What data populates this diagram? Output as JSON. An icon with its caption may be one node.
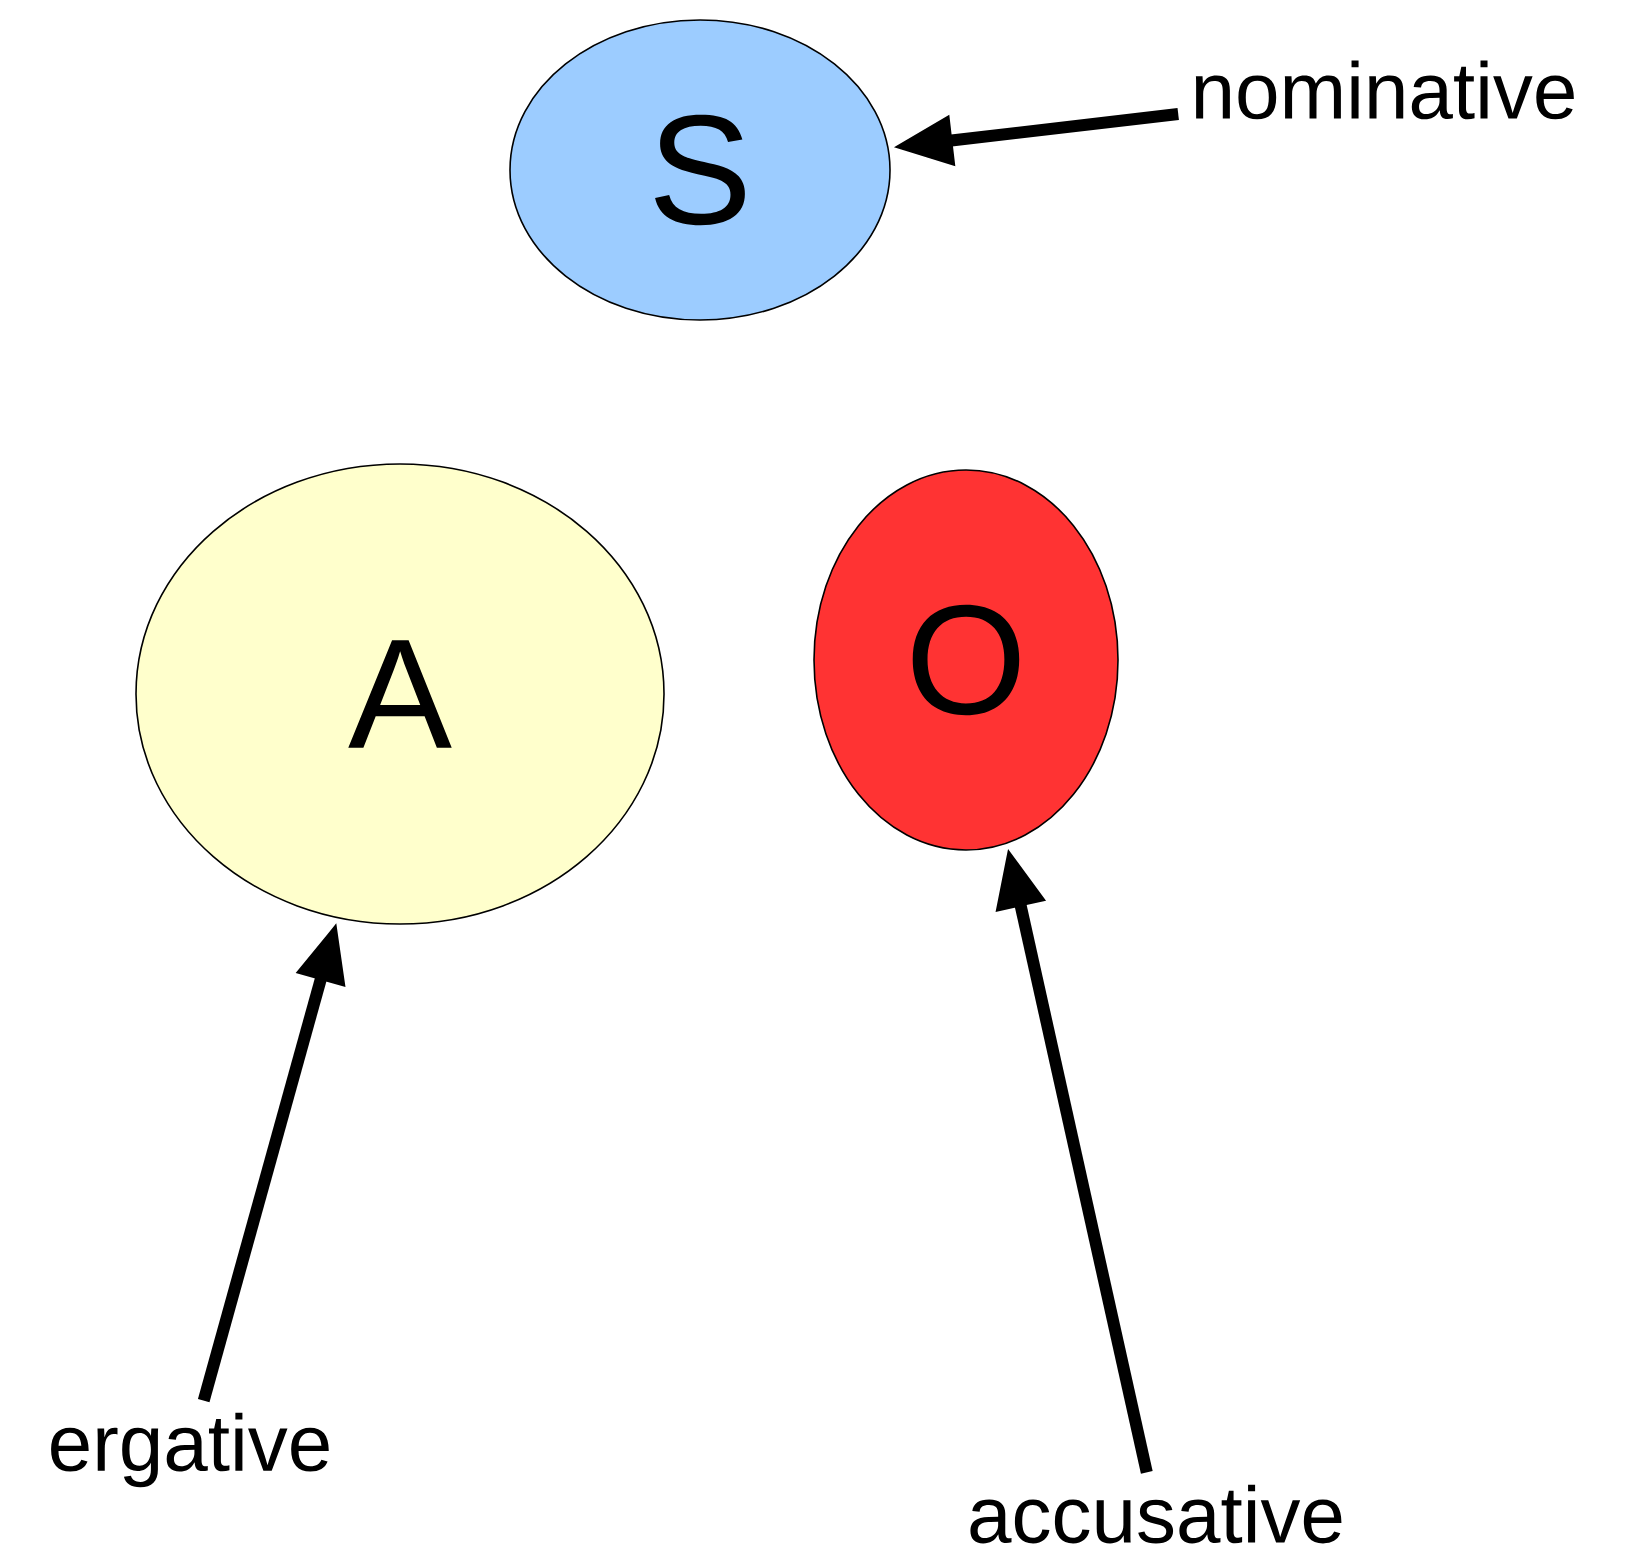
{
  "diagram": {
    "nodes": [
      {
        "text": [
          "S"
        ]
      },
      {
        "text": [
          "A"
        ]
      },
      {
        "text": [
          "O"
        ]
      },
      {
        "text": [
          "nominative"
        ]
      },
      {
        "text": [
          "ergative"
        ]
      },
      {
        "text": [
          "accusative"
        ]
      }
    ],
    "edges": [
      {
        "from": 3,
        "to": 0,
        "arrow": "to"
      },
      {
        "from": 4,
        "to": 1,
        "arrow": "to"
      },
      {
        "from": 5,
        "to": 2,
        "arrow": "to"
      }
    ]
  }
}
